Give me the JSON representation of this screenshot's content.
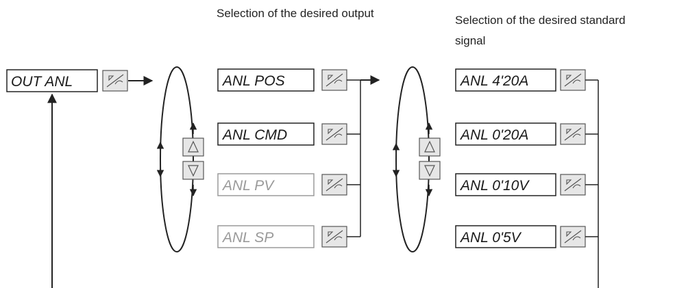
{
  "headings": {
    "output_selection": "Selection of the desired output",
    "signal_selection_line1": "Selection of the desired standard",
    "signal_selection_line2": "signal"
  },
  "start_box": {
    "label": "OUT ANL"
  },
  "output_options": [
    {
      "label": "ANL POS",
      "active": true
    },
    {
      "label": "ANL CMD",
      "active": true
    },
    {
      "label": "ANL PV",
      "active": false
    },
    {
      "label": "ANL SP",
      "active": false
    }
  ],
  "signal_options": [
    {
      "label": "ANL 4'20A",
      "active": true
    },
    {
      "label": "ANL 0'20A",
      "active": true
    },
    {
      "label": "ANL 0'10V",
      "active": true
    },
    {
      "label": "ANL 0'5V",
      "active": true
    }
  ],
  "colors": {
    "line": "#222222",
    "active_text": "#1a1a1a",
    "inactive_text": "#9a9a9a",
    "key_fill": "#e6e6e6",
    "key_border": "#555555"
  },
  "icons": {
    "enter_key": "hand-pressing-key-icon",
    "up_key": "triangle-up-icon",
    "down_key": "triangle-down-icon"
  }
}
